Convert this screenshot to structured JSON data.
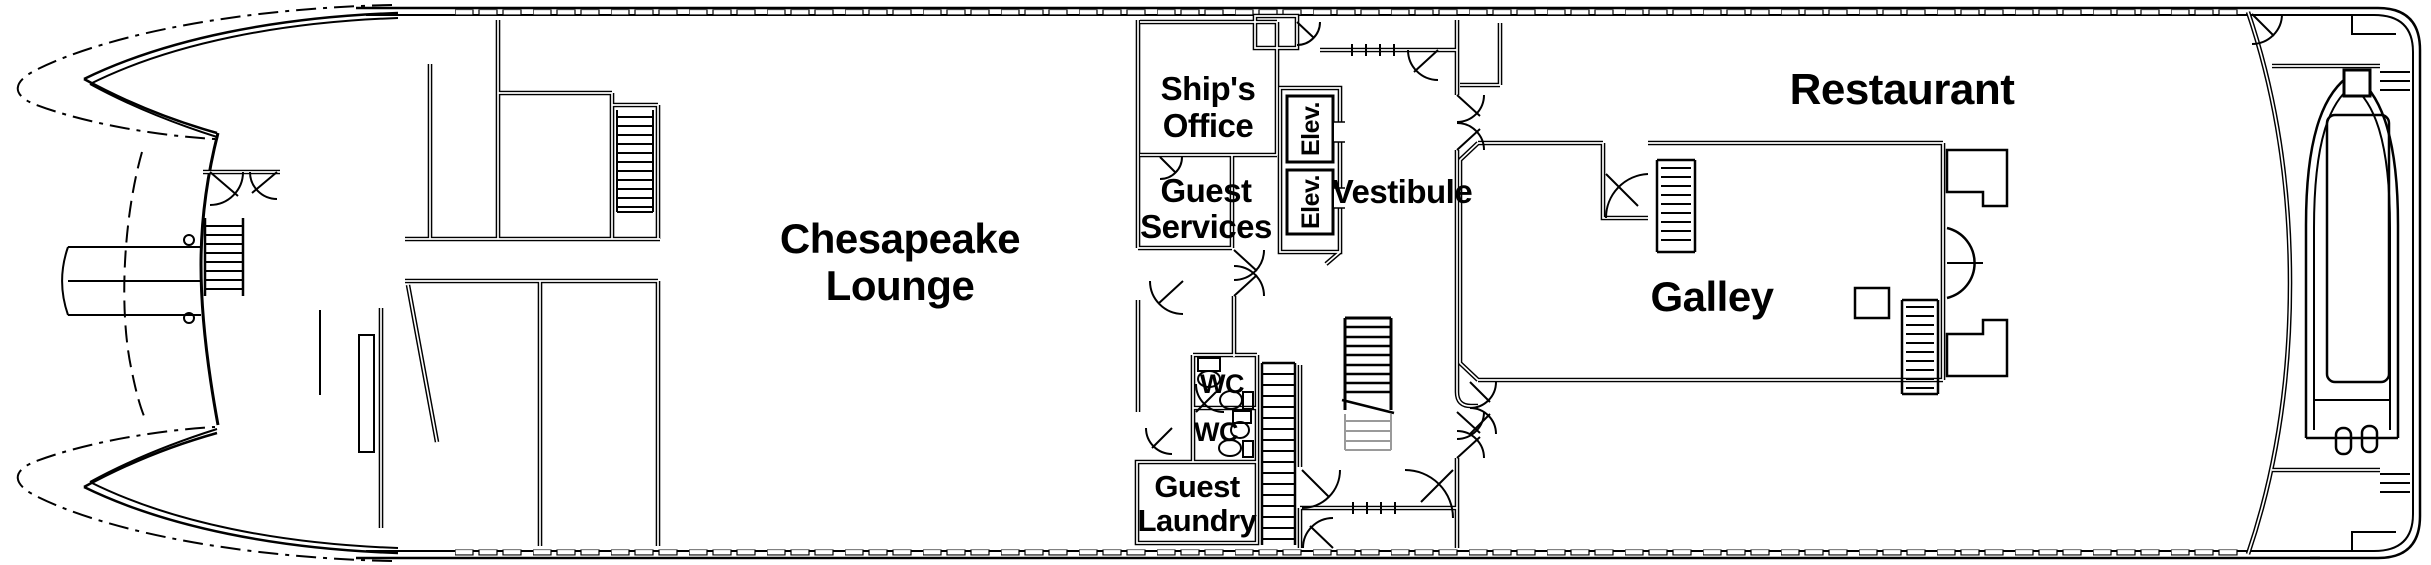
{
  "diagram": {
    "kind": "ship-deck-floor-plan",
    "colors": {
      "ink": "#000000",
      "paper": "#ffffff",
      "hidden_stair_flight": "#9a9a9a"
    }
  },
  "rooms": {
    "lounge": {
      "line1": "Chesapeake",
      "line2": "Lounge"
    },
    "ships_office": {
      "line1": "Ship's",
      "line2": "Office"
    },
    "guest_services": {
      "line1": "Guest",
      "line2": "Services"
    },
    "elevator_forward": {
      "label": "Elev."
    },
    "elevator_aft": {
      "label": "Elev."
    },
    "vestibule": {
      "label": "Vestibule"
    },
    "restaurant": {
      "label": "Restaurant"
    },
    "galley": {
      "label": "Galley"
    },
    "wc_upper": {
      "label": "WC"
    },
    "wc_lower": {
      "label": "WC"
    },
    "guest_laundry": {
      "line1": "Guest",
      "line2": "Laundry"
    }
  }
}
